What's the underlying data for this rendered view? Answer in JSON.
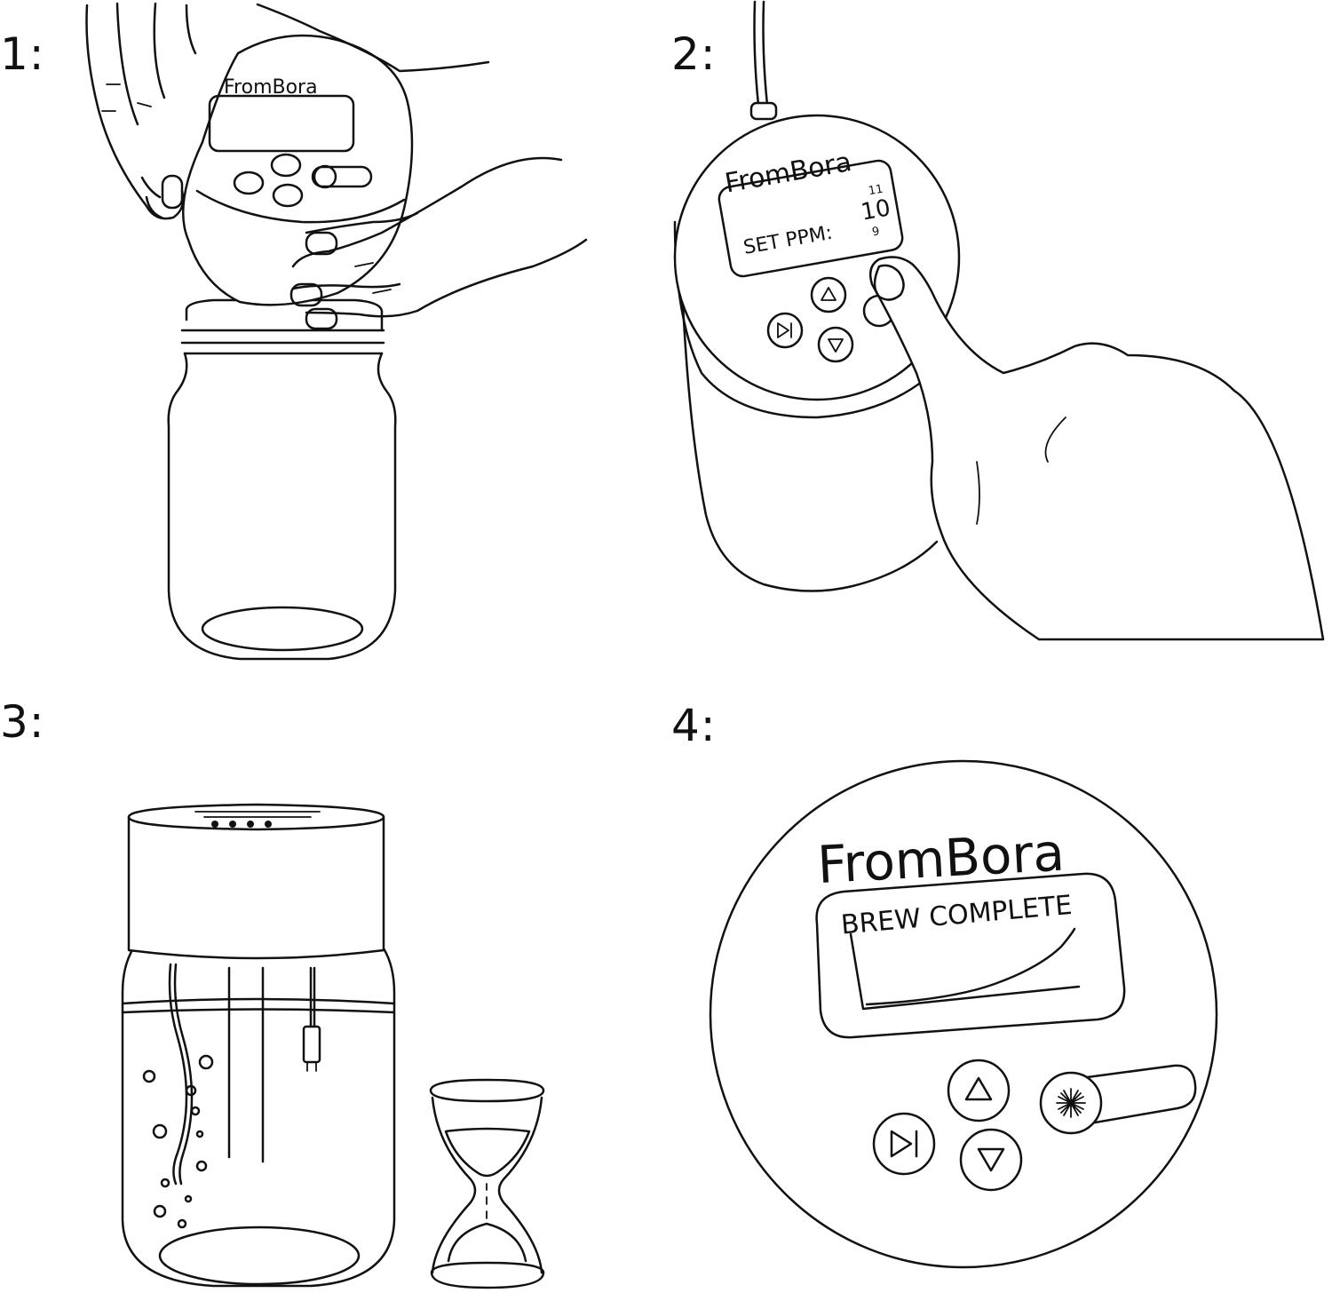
{
  "steps": [
    {
      "number": "1:",
      "brand": "FromBora"
    },
    {
      "number": "2:",
      "brand": "FromBora",
      "screen_label": "SET PPM:",
      "value_above": "11",
      "value_current": "10",
      "value_below": "9"
    },
    {
      "number": "3:"
    },
    {
      "number": "4:",
      "brand": "FromBora",
      "screen_label": "BREW COMPLETE"
    }
  ],
  "icons": [
    "play-pause-icon",
    "up-arrow-icon",
    "down-arrow-icon",
    "sparkle-icon",
    "hourglass-icon"
  ]
}
